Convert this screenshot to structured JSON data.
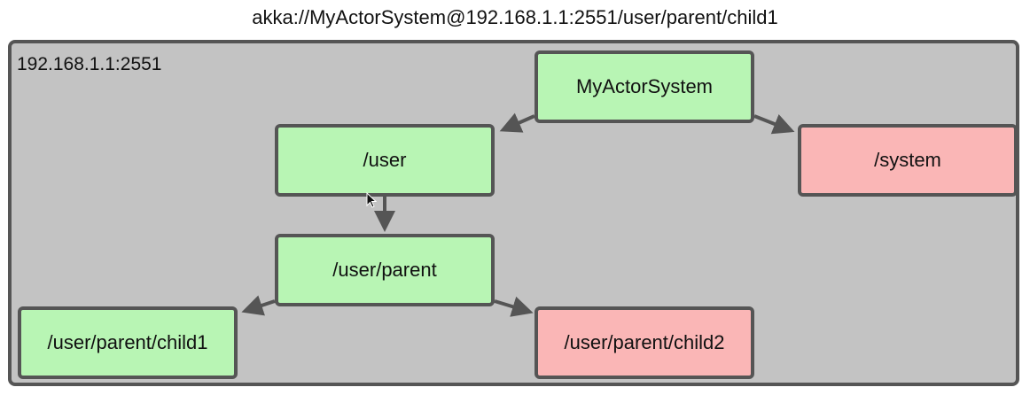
{
  "diagram": {
    "title": "akka://MyActorSystem@192.168.1.1:2551/user/parent/child1",
    "address": "192.168.1.1:2551",
    "nodes": {
      "root": {
        "label": "MyActorSystem",
        "color": "#b8f5b4"
      },
      "user": {
        "label": "/user",
        "color": "#b8f5b4"
      },
      "system": {
        "label": "/system",
        "color": "#fab6b6"
      },
      "parent": {
        "label": "/user/parent",
        "color": "#b8f5b4"
      },
      "child1": {
        "label": "/user/parent/child1",
        "color": "#b8f5b4"
      },
      "child2": {
        "label": "/user/parent/child2",
        "color": "#fab6b6"
      }
    },
    "edges": [
      {
        "from": "root",
        "to": "user"
      },
      {
        "from": "root",
        "to": "system"
      },
      {
        "from": "user",
        "to": "parent"
      },
      {
        "from": "parent",
        "to": "child1"
      },
      {
        "from": "parent",
        "to": "child2"
      }
    ]
  }
}
